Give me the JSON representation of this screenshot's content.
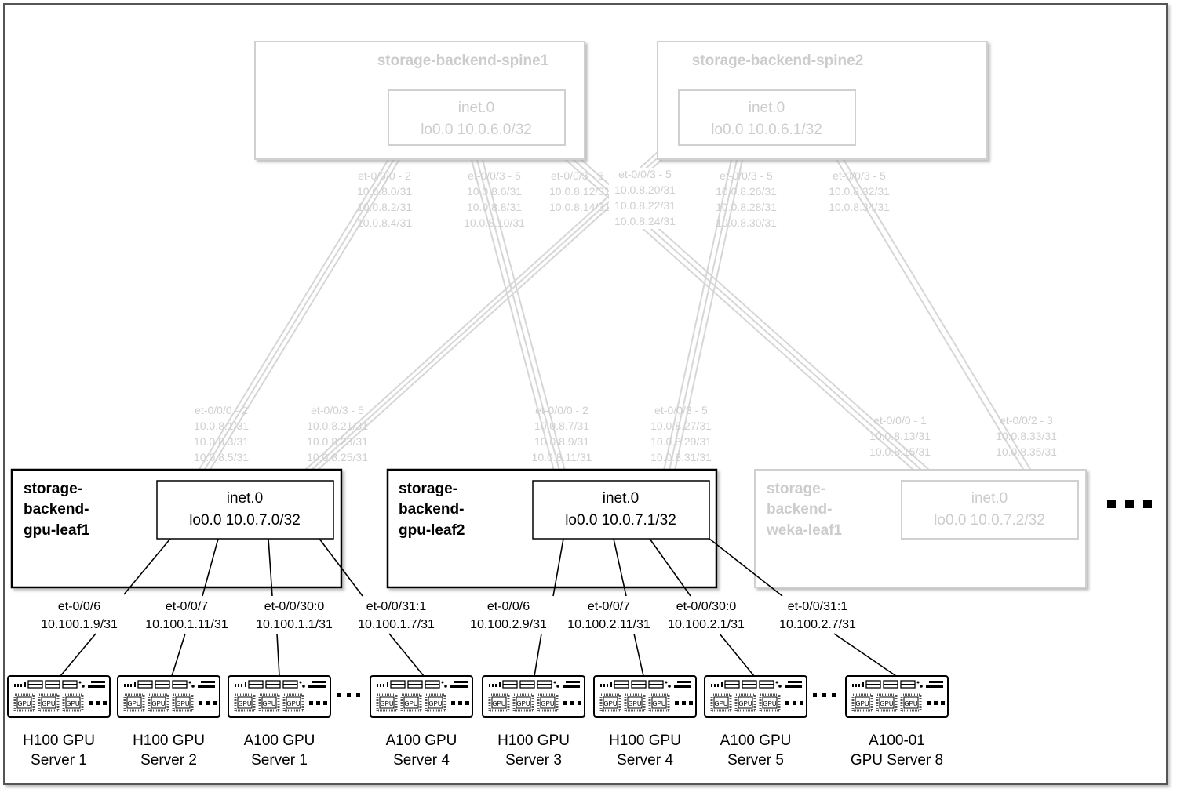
{
  "spines": [
    {
      "name": "storage-backend-spine1",
      "vrf": "inet.0",
      "loopback": "lo0.0 10.0.6.0/32"
    },
    {
      "name": "storage-backend-spine2",
      "vrf": "inet.0",
      "loopback": "lo0.0 10.0.6.1/32"
    }
  ],
  "leaves": [
    {
      "name_lines": [
        "storage-",
        "backend-",
        "gpu-leaf1"
      ],
      "vrf": "inet.0",
      "loopback": "lo0.0 10.0.7.0/32",
      "active": true
    },
    {
      "name_lines": [
        "storage-",
        "backend-",
        "gpu-leaf2"
      ],
      "vrf": "inet.0",
      "loopback": "lo0.0 10.0.7.1/32",
      "active": true
    },
    {
      "name_lines": [
        "storage-",
        "backend-",
        "weka-leaf1"
      ],
      "vrf": "inet.0",
      "loopback": "lo0.0 10.0.7.2/32",
      "active": false
    }
  ],
  "spine_ports": [
    {
      "lines": [
        "et-0/0/0 - 2",
        "10.0.8.0/31",
        "10.0.8.2/31",
        "10.0.8.4/31"
      ]
    },
    {
      "lines": [
        "et-0/0/3 - 5",
        "10.0.8.6/31",
        "10.0.8.8/31",
        "10.0.8.10/31"
      ]
    },
    {
      "lines": [
        "et-0/0/3 - 5",
        "10.0.8.12/31",
        "10.0.8.14/31"
      ]
    },
    {
      "lines": [
        "et-0/0/3 - 5",
        "10.0.8.20/31",
        "10.0.8.22/31",
        "10.0.8.24/31"
      ]
    },
    {
      "lines": [
        "et-0/0/3 - 5",
        "10.0.8.26/31",
        "10.0.8.28/31",
        "10.0.8.30/31"
      ]
    },
    {
      "lines": [
        "et-0/0/3 - 5",
        "10.0.8.32/31",
        "10.0.8.34/31"
      ]
    }
  ],
  "leaf_uplink_ports": [
    {
      "lines": [
        "et-0/0/0 - 2",
        "10.0.8.1/31",
        "10.0.8.3/31",
        "10.0.8.5/31"
      ]
    },
    {
      "lines": [
        "et-0/0/3 - 5",
        "10.0.8.21/31",
        "10.0.8.23/31",
        "10.0.8.25/31"
      ]
    },
    {
      "lines": [
        "et-0/0/0 - 2",
        "10.0.8.7/31",
        "10.0.8.9/31",
        "10.0.8.11/31"
      ]
    },
    {
      "lines": [
        "et-0/0/3 - 5",
        "10.0.8.27/31",
        "10.0.8.29/31",
        "10.0.8.31/31"
      ]
    },
    {
      "lines": [
        "et-0/0/0 - 1",
        "10.0.8.13/31",
        "10.0.8.15/31"
      ]
    },
    {
      "lines": [
        "et-0/0/2 - 3",
        "10.0.8.33/31",
        "10.0.8.35/31"
      ]
    }
  ],
  "server_ports": [
    {
      "port": "et-0/0/6",
      "ip": "10.100.1.9/31"
    },
    {
      "port": "et-0/0/7",
      "ip": "10.100.1.11/31"
    },
    {
      "port": "et-0/0/30:0",
      "ip": "10.100.1.1/31"
    },
    {
      "port": "et-0/0/31:1",
      "ip": "10.100.1.7/31"
    },
    {
      "port": "et-0/0/6",
      "ip": "10.100.2.9/31"
    },
    {
      "port": "et-0/0/7",
      "ip": "10.100.2.11/31"
    },
    {
      "port": "et-0/0/30:0",
      "ip": "10.100.2.1/31"
    },
    {
      "port": "et-0/0/31:1",
      "ip": "10.100.2.7/31"
    }
  ],
  "servers": [
    {
      "lines": [
        "H100 GPU",
        "Server 1"
      ]
    },
    {
      "lines": [
        "H100 GPU",
        "Server 2"
      ]
    },
    {
      "lines": [
        "A100 GPU",
        "Server 1"
      ]
    },
    {
      "lines": [
        "A100 GPU",
        "Server 4"
      ]
    },
    {
      "lines": [
        "H100 GPU",
        "Server 3"
      ]
    },
    {
      "lines": [
        "H100 GPU",
        "Server 4"
      ]
    },
    {
      "lines": [
        "A100 GPU",
        "Server 5"
      ]
    },
    {
      "lines": [
        "A100-01",
        "GPU Server 8"
      ]
    }
  ],
  "gpu_chip_label": "GPU",
  "colors": {
    "active": "#000000",
    "inactive": "#cccccc",
    "link_faint": "#d6d6d6"
  }
}
